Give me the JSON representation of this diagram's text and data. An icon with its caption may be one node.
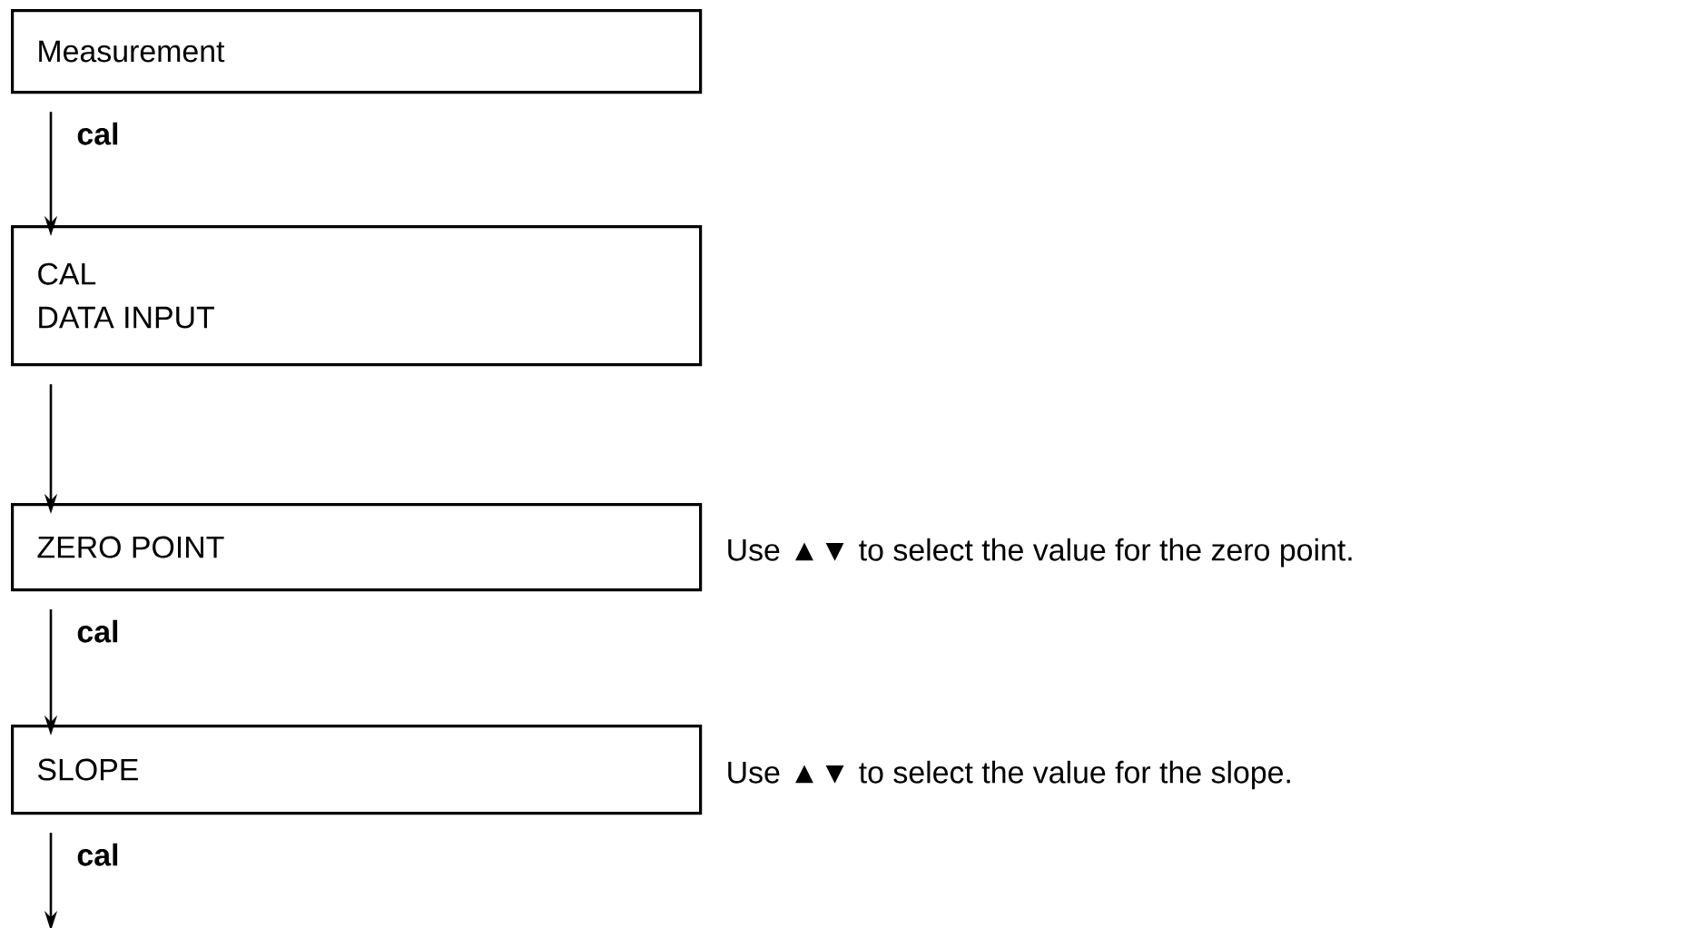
{
  "diagram": {
    "nodes": [
      {
        "text": [
          "Measurement"
        ]
      },
      {
        "text": [
          "CAL",
          "DATA INPUT"
        ]
      },
      {
        "text": [
          "ZERO POINT"
        ],
        "beside": [
          "Use ▲▼ to select the value for the zero point."
        ]
      },
      {
        "text": [
          "SLOPE"
        ],
        "beside": [
          "Use ▲▼ to select the value for the slope."
        ]
      }
    ],
    "edges": [
      {
        "from": 0,
        "to": 1,
        "arrow": "to",
        "label": "cal"
      },
      {
        "from": 1,
        "to": 2,
        "arrow": "to"
      },
      {
        "from": 2,
        "to": 3,
        "arrow": "to",
        "label": "cal"
      },
      {
        "from": 3,
        "to": null,
        "arrow": "to",
        "label": "cal"
      }
    ]
  }
}
